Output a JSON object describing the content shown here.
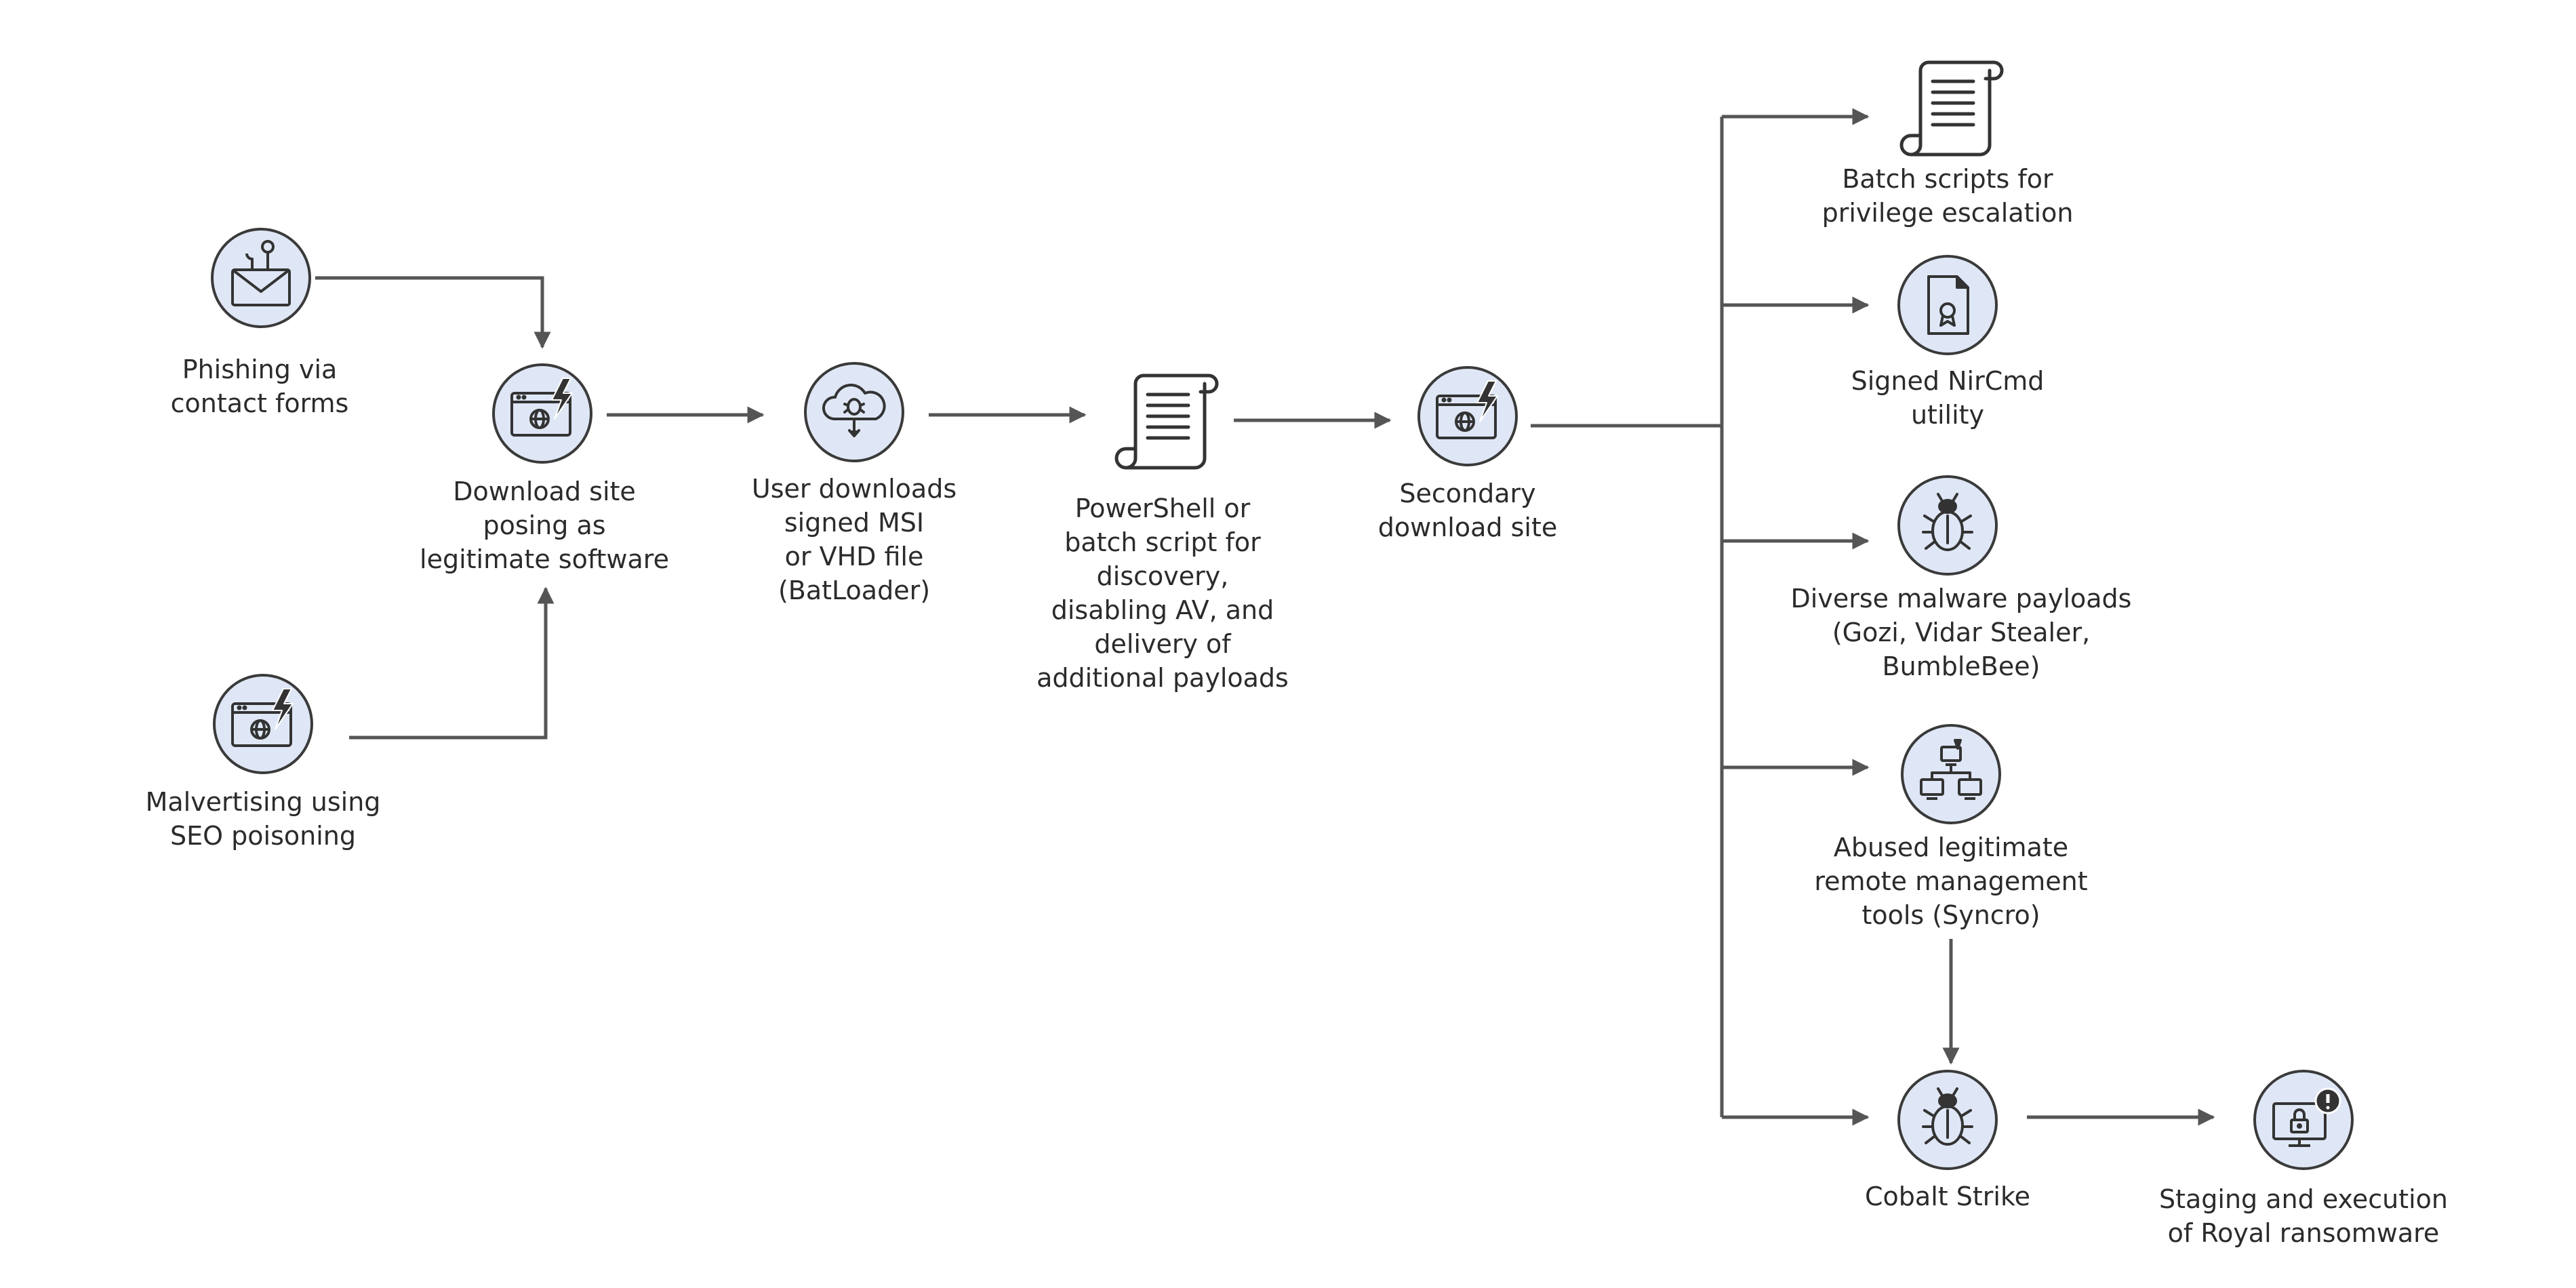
{
  "colors": {
    "line": "#555555",
    "node_fill": "#dfe7f6",
    "node_stroke": "#3a3a3a",
    "icon": "#333333",
    "text": "#2b2b2b"
  },
  "nodes": {
    "phishing": {
      "icon": "envelope-hook-icon",
      "lines": [
        "Phishing via",
        "contact forms"
      ]
    },
    "malvertising": {
      "icon": "browser-lightning-icon",
      "lines": [
        "Malvertising using",
        "SEO poisoning"
      ]
    },
    "download_site": {
      "icon": "browser-lightning-icon",
      "lines": [
        "Download site",
        "posing as",
        "legitimate software"
      ]
    },
    "user_downloads": {
      "icon": "cloud-bug-download-icon",
      "lines": [
        "User downloads",
        "signed MSI",
        "or VHD file",
        "(BatLoader)"
      ]
    },
    "powershell": {
      "icon": "scroll-icon",
      "lines": [
        "PowerShell or",
        "batch script for",
        "discovery,",
        "disabling AV, and",
        "delivery of",
        "additional payloads"
      ]
    },
    "secondary": {
      "icon": "browser-lightning-icon",
      "lines": [
        "Secondary",
        "download site"
      ]
    },
    "batch_scripts": {
      "icon": "scroll-icon",
      "lines": [
        "Batch scripts for",
        "privilege escalation"
      ]
    },
    "nircmd": {
      "icon": "certificate-file-icon",
      "lines": [
        "Signed NirCmd",
        "utility"
      ]
    },
    "malware": {
      "icon": "bug-icon",
      "lines": [
        "Diverse malware payloads",
        "(Gozi, Vidar Stealer,",
        "BumbleBee)"
      ]
    },
    "rmm": {
      "icon": "network-computers-icon",
      "lines": [
        "Abused legitimate",
        "remote management",
        "tools (Syncro)"
      ]
    },
    "cobalt": {
      "icon": "bug-icon",
      "lines": [
        "Cobalt Strike"
      ]
    },
    "royal": {
      "icon": "monitor-lock-alert-icon",
      "lines": [
        "Staging and execution",
        "of Royal ransomware"
      ]
    }
  }
}
